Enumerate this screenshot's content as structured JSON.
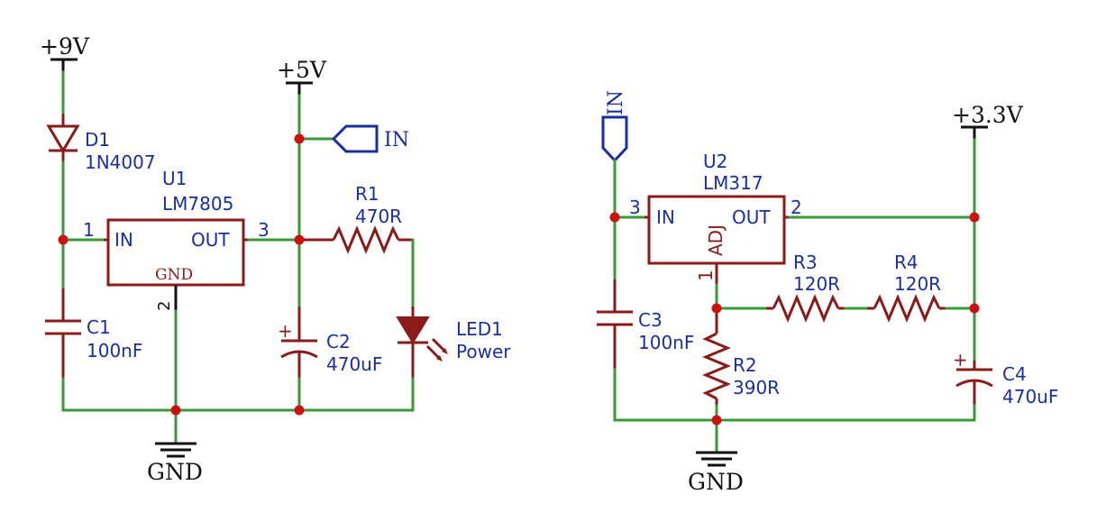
{
  "left": {
    "power_top_9v": "+9V",
    "power_5v": "+5V",
    "gnd": "GND",
    "net_in": "IN",
    "d1": {
      "ref": "D1",
      "value": "1N4007"
    },
    "u1": {
      "ref": "U1",
      "value": "LM7805",
      "pin_in": "IN",
      "pin_out": "OUT",
      "pin_gnd": "GND",
      "pin1": "1",
      "pin2": "2",
      "pin3": "3"
    },
    "r1": {
      "ref": "R1",
      "value": "470R"
    },
    "c1": {
      "ref": "C1",
      "value": "100nF"
    },
    "c2": {
      "ref": "C2",
      "value": "470uF"
    },
    "led1": {
      "ref": "LED1",
      "value": "Power"
    }
  },
  "right": {
    "power_3v3": "+3.3V",
    "gnd": "GND",
    "net_in": "IN",
    "u2": {
      "ref": "U2",
      "value": "LM317",
      "pin_in": "IN",
      "pin_out": "OUT",
      "pin_adj": "ADJ",
      "pin1": "1",
      "pin2": "2",
      "pin3": "3"
    },
    "r2": {
      "ref": "R2",
      "value": "390R"
    },
    "r3": {
      "ref": "R3",
      "value": "120R"
    },
    "r4": {
      "ref": "R4",
      "value": "120R"
    },
    "c3": {
      "ref": "C3",
      "value": "100nF"
    },
    "c4": {
      "ref": "C4",
      "value": "470uF"
    }
  },
  "colors": {
    "wire": "#3a9a3a",
    "component": "#8b1a1a",
    "junction": "#cc1111",
    "label_blue": "#1a2fa0"
  }
}
